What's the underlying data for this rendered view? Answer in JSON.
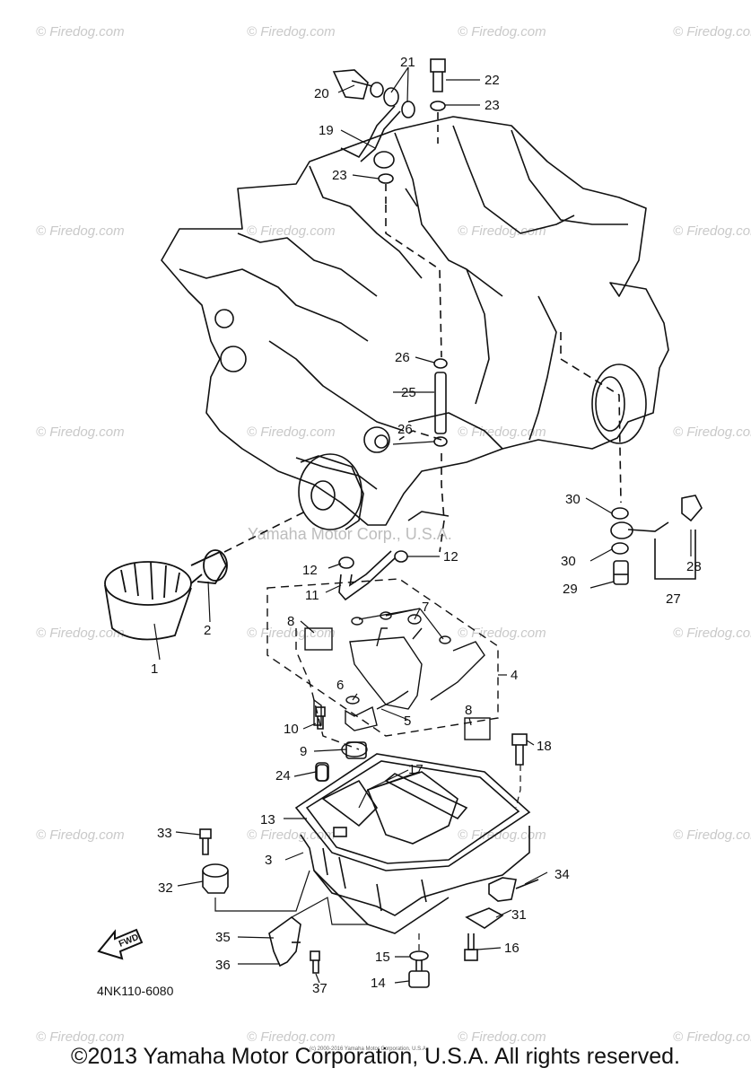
{
  "watermark_text": "© Firedog.com",
  "center_watermark": "Yamaha Motor Corp., U.S.A.",
  "diagram_code": "4NK110-6080",
  "fwd_label": "FWD",
  "small_print": "(c) 2000-2016 Yamaha Motor Corporation, U.S.A.",
  "copyright": "©2013 Yamaha Motor Corporation, U.S.A. All rights reserved.",
  "callouts": {
    "c1": "1",
    "c2": "2",
    "c3": "3",
    "c4": "4",
    "c5": "5",
    "c6": "6",
    "c7": "7",
    "c8a": "8",
    "c8b": "8",
    "c9": "9",
    "c10": "10",
    "c11": "11",
    "c12a": "12",
    "c12b": "12",
    "c13": "13",
    "c14": "14",
    "c15": "15",
    "c16": "16",
    "c17": "17",
    "c18": "18",
    "c19": "19",
    "c20": "20",
    "c21": "21",
    "c22": "22",
    "c23a": "23",
    "c23b": "23",
    "c24": "24",
    "c25": "25",
    "c26a": "26",
    "c26b": "26",
    "c27": "27",
    "c28": "28",
    "c29": "29",
    "c30a": "30",
    "c30b": "30",
    "c31": "31",
    "c32": "32",
    "c33": "33",
    "c34": "34",
    "c35": "35",
    "c36": "36",
    "c37": "37"
  }
}
